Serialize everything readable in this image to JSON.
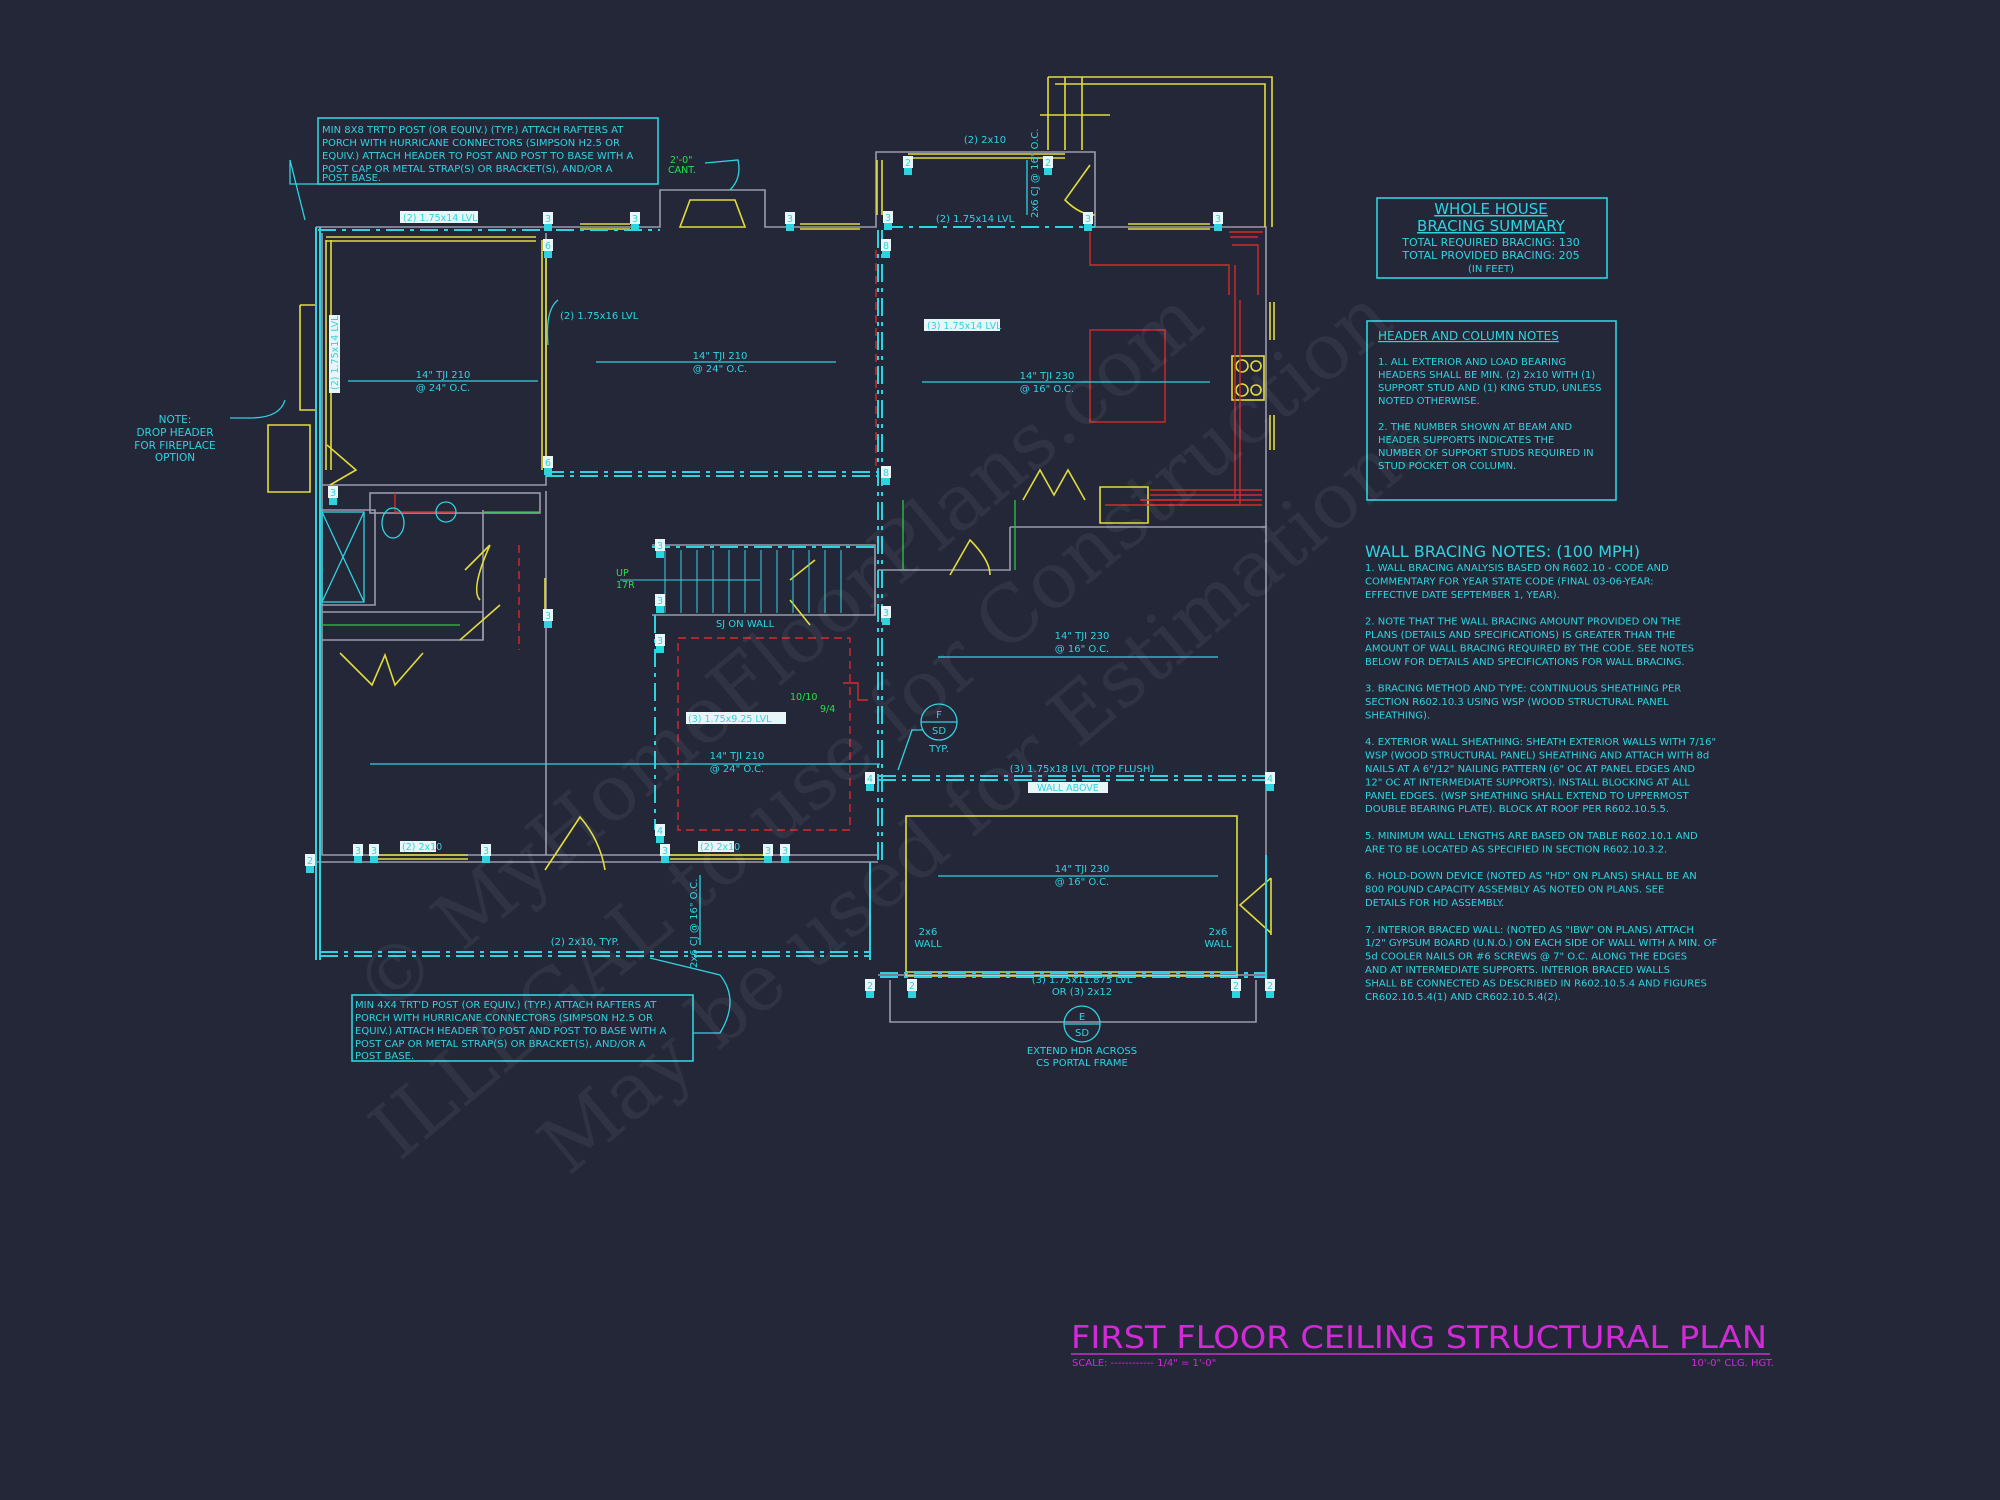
{
  "colors": {
    "background": "#242738",
    "annotation": "#2fd3e0",
    "framing": "#e2dc3a",
    "kitchen": "#d42a2a",
    "title": "#d12ad6",
    "walls": "#9a9cae",
    "green_notes": "#27e04a"
  },
  "title": {
    "main": "FIRST FLOOR CEILING STRUCTURAL PLAN",
    "scale": "SCALE: ------------ 1/4\" = 1'-0\"",
    "ceiling_height": "10'-0\" CLG. HGT."
  },
  "bracing_summary": {
    "title_line1": "WHOLE HOUSE",
    "title_line2": "BRACING SUMMARY",
    "required": "TOTAL REQUIRED BRACING: 130",
    "provided": "TOTAL PROVIDED BRACING: 205",
    "unit": "(IN FEET)"
  },
  "header_notes": {
    "title": "HEADER AND COLUMN NOTES",
    "lines": [
      "1. ALL EXTERIOR AND LOAD BEARING",
      "HEADERS SHALL BE MIN. (2) 2x10 WITH (1)",
      "SUPPORT STUD AND (1) KING STUD, UNLESS",
      "NOTED OTHERWISE.",
      "",
      "2. THE NUMBER SHOWN AT BEAM AND",
      "HEADER SUPPORTS INDICATES THE",
      "NUMBER OF SUPPORT STUDS REQUIRED IN",
      "STUD POCKET OR COLUMN."
    ]
  },
  "wall_bracing_notes": {
    "title": "WALL BRACING NOTES: (100 MPH)",
    "lines": [
      "1. WALL BRACING ANALYSIS BASED ON R602.10 - CODE AND",
      "COMMENTARY FOR YEAR STATE CODE (FINAL 03-06-YEAR:",
      "EFFECTIVE DATE SEPTEMBER 1, YEAR).",
      "",
      "2. NOTE THAT THE WALL BRACING AMOUNT PROVIDED ON THE",
      "PLANS (DETAILS AND SPECIFICATIONS) IS GREATER THAN THE",
      "AMOUNT OF WALL BRACING REQUIRED BY THE CODE. SEE NOTES",
      "BELOW FOR DETAILS AND SPECIFICATIONS FOR WALL BRACING.",
      "",
      "3. BRACING METHOD AND TYPE: CONTINUOUS SHEATHING PER",
      "SECTION R602.10.3 USING WSP (WOOD STRUCTURAL PANEL",
      "SHEATHING).",
      "",
      "4. EXTERIOR WALL SHEATHING: SHEATH EXTERIOR WALLS WITH 7/16\"",
      "WSP (WOOD STRUCTURAL PANEL) SHEATHING AND ATTACH WITH 8d",
      "NAILS AT A 6\"/12\" NAILING PATTERN (6\" OC AT PANEL EDGES AND",
      "12\" OC AT INTERMEDIATE SUPPORTS). INSTALL BLOCKING AT ALL",
      "PANEL EDGES. (WSP SHEATHING SHALL EXTEND TO UPPERMOST",
      "DOUBLE BEARING PLATE). BLOCK AT ROOF PER R602.10.5.5.",
      "",
      "5. MINIMUM WALL LENGTHS ARE BASED ON TABLE R602.10.1 AND",
      "ARE TO BE LOCATED AS SPECIFIED IN SECTION R602.10.3.2.",
      "",
      "6. HOLD-DOWN DEVICE (NOTED AS \"HD\" ON PLANS) SHALL BE AN",
      "800 POUND CAPACITY ASSEMBLY AS NOTED ON PLANS. SEE",
      "DETAILS FOR HD ASSEMBLY.",
      "",
      "7. INTERIOR BRACED WALL: (NOTED AS \"IBW\" ON PLANS) ATTACH",
      "1/2\" GYPSUM BOARD (U.N.O.) ON EACH SIDE OF WALL WITH A MIN. OF",
      "5d COOLER NAILS OR #6 SCREWS @ 7\" O.C. ALONG THE EDGES",
      "AND AT INTERMEDIATE SUPPORTS.  INTERIOR BRACED WALLS",
      "SHALL BE CONNECTED AS DESCRIBED IN R602.10.5.4 AND FIGURES",
      "CR602.10.5.4(1) AND CR602.10.5.4(2)."
    ]
  },
  "porch_note_top": {
    "lines": [
      "MIN 8X8 TRT'D POST (OR EQUIV.) (TYP.) ATTACH RAFTERS AT",
      "PORCH WITH HURRICANE CONNECTORS (SIMPSON H2.5 OR",
      "EQUIV.) ATTACH HEADER TO POST AND POST TO BASE WITH A",
      "POST CAP OR METAL STRAP(S) OR BRACKET(S), AND/OR A",
      "POST BASE."
    ]
  },
  "porch_note_bottom": {
    "lines": [
      "MIN 4X4 TRT'D POST (OR EQUIV.) (TYP.) ATTACH RAFTERS AT",
      "PORCH WITH HURRICANE CONNECTORS (SIMPSON H2.5 OR",
      "EQUIV.) ATTACH HEADER TO POST AND POST TO BASE WITH A",
      "POST CAP OR METAL STRAP(S) OR BRACKET(S), AND/OR A",
      "POST BASE."
    ]
  },
  "fireplace_note": {
    "lines": [
      "NOTE:",
      "DROP HEADER",
      "FOR FIREPLACE",
      "OPTION"
    ]
  },
  "plan": {
    "cant": [
      "2'-0\"",
      "CANT."
    ],
    "hdr_top_left": "(2) 1.75x14 LVL",
    "hdr_left_vertical": "(2) 1.75x14 LVL",
    "beam_2_175x16": "(2) 1.75x16 LVL",
    "joist_left_room": [
      "14\" TJI 210",
      "@ 24\" O.C."
    ],
    "joist_middle_room": [
      "14\" TJI 210",
      "@ 24\" O.C."
    ],
    "mudroom_header": "(2) 2x10",
    "mudroom_cj": "2x6 CJ @ 16\" O.C.",
    "mudroom_beam": "(2) 1.75x14 LVL",
    "kitchen_beam": "(3) 1.75x14 LVL",
    "joist_kitchen": [
      "14\" TJI 230",
      "@ 16\" O.C."
    ],
    "stair_up": [
      "UP",
      "17R"
    ],
    "sj_on_wall": "SJ ON WALL",
    "stair_beam": "(3) 1.75x9.25 LVL",
    "window_tags": [
      "10/10",
      "9/4"
    ],
    "joist_front": [
      "14\" TJI 210",
      "@ 24\" O.C."
    ],
    "front_hdr_left": "(2) 2x10",
    "front_hdr_right": "(2) 2x10",
    "porch_cj": "2x6 CJ @ 16\" O.C.",
    "porch_hdr": "(2) 2x10, TYP.",
    "joist_garage_upper": [
      "14\" TJI 230",
      "@ 16\" O.C."
    ],
    "section_f": [
      "F",
      "SD",
      "TYP."
    ],
    "garage_beam": "(3) 1.75x18 LVL (TOP FLUSH)",
    "wall_above": "WALL ABOVE",
    "joist_garage_lower": [
      "14\" TJI 230",
      "@ 16\" O.C."
    ],
    "wall_2x6_left": [
      "2x6",
      "WALL"
    ],
    "wall_2x6_right": [
      "2x6",
      "WALL"
    ],
    "garage_header": [
      "(3) 1.75x11.875 LVL",
      "OR (3) 2x12"
    ],
    "section_e": [
      "E",
      "SD"
    ],
    "extend_hdr": [
      "EXTEND HDR ACROSS",
      "CS PORTAL FRAME"
    ],
    "support_studs": [
      "3",
      "3",
      "3",
      "6",
      "6",
      "2",
      "2",
      "3",
      "3",
      "3",
      "8",
      "8",
      "3",
      "3",
      "3",
      "3",
      "3",
      "2",
      "3",
      "3",
      "3",
      "3",
      "3",
      "3",
      "4",
      "4",
      "4",
      "2",
      "2",
      "2",
      "2",
      "3"
    ]
  },
  "watermark": [
    "© MyHomeFloorPlans.com",
    "ILLEGAL to use for Construction",
    "May be used for Estimations"
  ]
}
